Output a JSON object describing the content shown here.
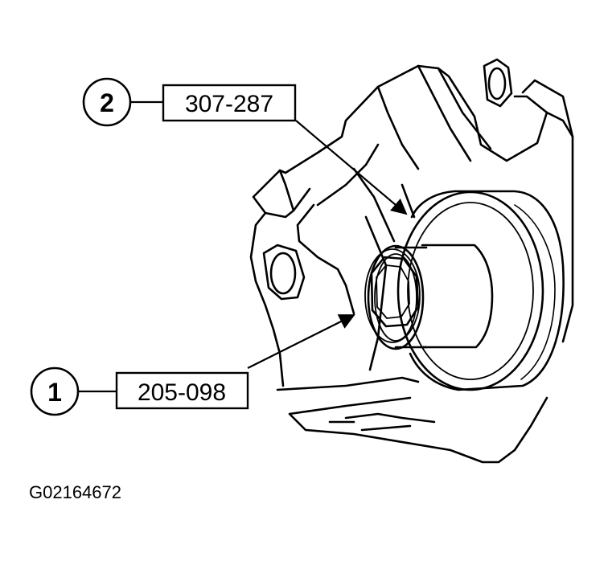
{
  "callouts": [
    {
      "number": "1",
      "part_number": "205-098"
    },
    {
      "number": "2",
      "part_number": "307-287"
    }
  ],
  "figure_id": "G02164672",
  "colors": {
    "ink": "#000000",
    "paper": "#ffffff"
  }
}
